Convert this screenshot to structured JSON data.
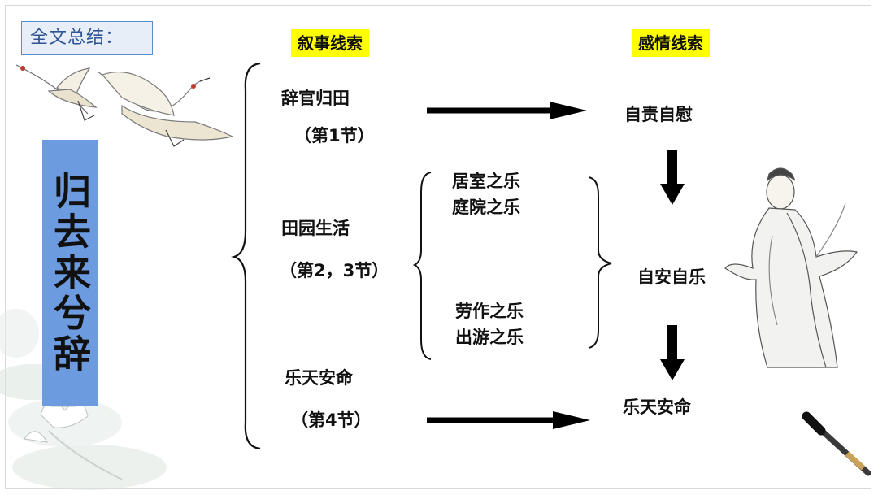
{
  "header": {
    "summary_label": "全文总结："
  },
  "title": {
    "vertical": "归去来兮辞"
  },
  "columns": {
    "narrative": "叙事线索",
    "emotion": "感情线索"
  },
  "narrative": {
    "item1": {
      "title": "辞官归田",
      "section": "（第1节）"
    },
    "item2": {
      "title": "田园生活",
      "section": "（第2，3节）"
    },
    "item3": {
      "title": "乐天安命",
      "section": "（第4节）"
    }
  },
  "joys": {
    "line1": "居室之乐",
    "line2": "庭院之乐",
    "line3": "劳作之乐",
    "line4": "出游之乐"
  },
  "emotion": {
    "item1": "自责自慰",
    "item2": "自安自乐",
    "item3": "乐天安命"
  },
  "colors": {
    "badge": "#ffff00",
    "title_bg": "#6d9be0",
    "summary_text": "#2f5597",
    "arrow": "#000000"
  },
  "icons": [
    "crane-illustration",
    "lotus-illustration",
    "poet-illustration",
    "brush-illustration"
  ]
}
